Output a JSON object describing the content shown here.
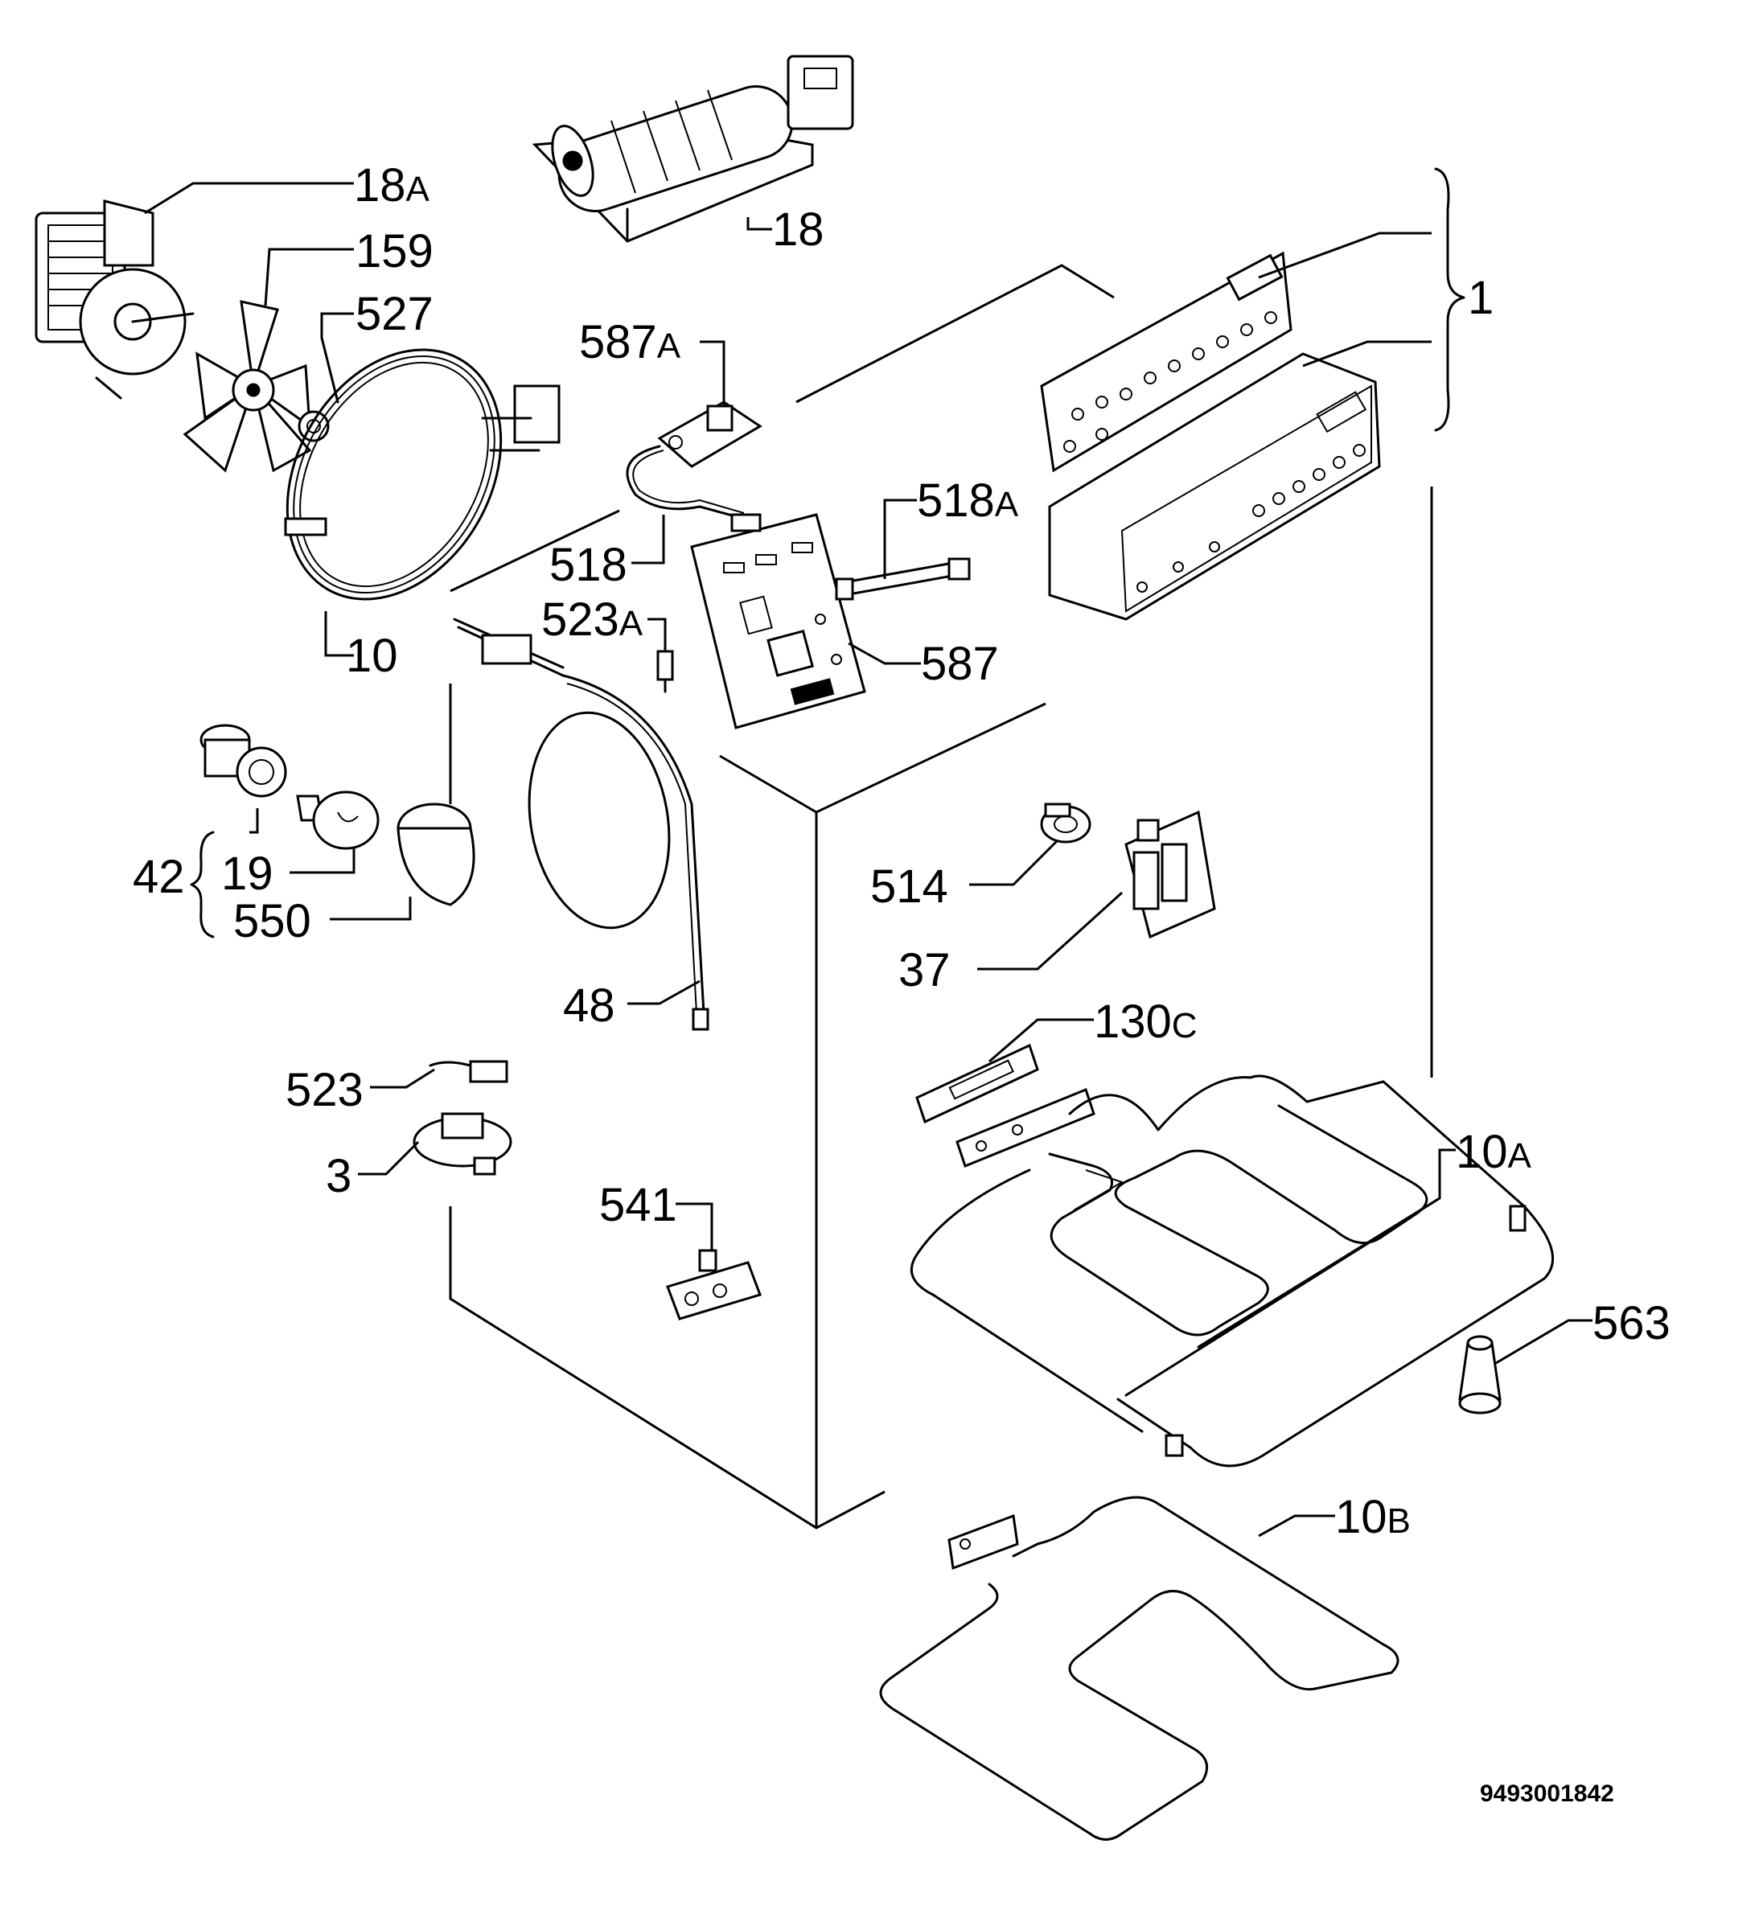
{
  "labels": {
    "l18A": {
      "num": "18",
      "suffix": "A"
    },
    "l159": "159",
    "l527": "527",
    "l18": "18",
    "l1": "1",
    "l587A": {
      "num": "587",
      "suffix": "A"
    },
    "l518A": {
      "num": "518",
      "suffix": "A"
    },
    "l518": "518",
    "l523A": {
      "num": "523",
      "suffix": "A"
    },
    "l10": "10",
    "l587": "587",
    "l42": "42",
    "l19": "19",
    "l550": "550",
    "l514": "514",
    "l37": "37",
    "l48": "48",
    "l130C": {
      "num": "130",
      "suffix": "C"
    },
    "l523": "523",
    "l10A": {
      "num": "10",
      "suffix": "A"
    },
    "l3": "3",
    "l541": "541",
    "l563": "563",
    "l10B": {
      "num": "10",
      "suffix": "B"
    }
  },
  "document_code": "9493001842"
}
